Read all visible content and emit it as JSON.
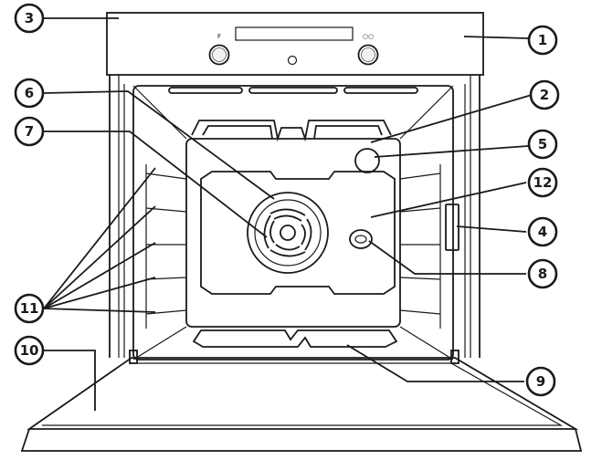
{
  "diagram": {
    "knobs": [
      {
        "id": "left",
        "label": "F"
      },
      {
        "id": "right",
        "label": "○○"
      }
    ],
    "callouts": [
      {
        "id": "c1",
        "label": "1"
      },
      {
        "id": "c2",
        "label": "2"
      },
      {
        "id": "c3",
        "label": "3"
      },
      {
        "id": "c4",
        "label": "4"
      },
      {
        "id": "c5",
        "label": "5"
      },
      {
        "id": "c6",
        "label": "6"
      },
      {
        "id": "c7",
        "label": "7"
      },
      {
        "id": "c8",
        "label": "8"
      },
      {
        "id": "c9",
        "label": "9"
      },
      {
        "id": "c10",
        "label": "10"
      },
      {
        "id": "c11",
        "label": "11"
      },
      {
        "id": "c12",
        "label": "12"
      }
    ]
  }
}
